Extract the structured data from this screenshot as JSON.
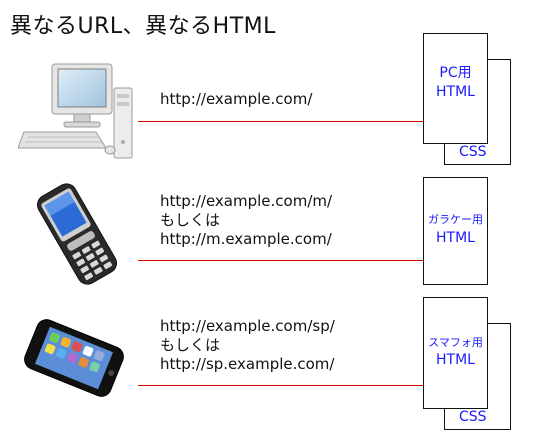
{
  "title": "異なるURL、異なるHTML",
  "rows": [
    {
      "device_icon": "desktop-pc-icon",
      "url_lines": [
        "http://example.com/"
      ],
      "doc_line1": "PC用",
      "doc_line2": "HTML",
      "css_label": "CSS"
    },
    {
      "device_icon": "feature-phone-icon",
      "url_lines": [
        "http://example.com/m/",
        "もしくは",
        "http://m.example.com/"
      ],
      "doc_line1": "ガラケー用",
      "doc_line2": "HTML"
    },
    {
      "device_icon": "smartphone-icon",
      "url_lines": [
        "http://example.com/sp/",
        "もしくは",
        "http://sp.example.com/"
      ],
      "doc_line1": "スマフォ用",
      "doc_line2": "HTML",
      "css_label": "CSS"
    }
  ],
  "colors": {
    "connector_line": "#d40000",
    "doc_text": "#1a1aff"
  }
}
